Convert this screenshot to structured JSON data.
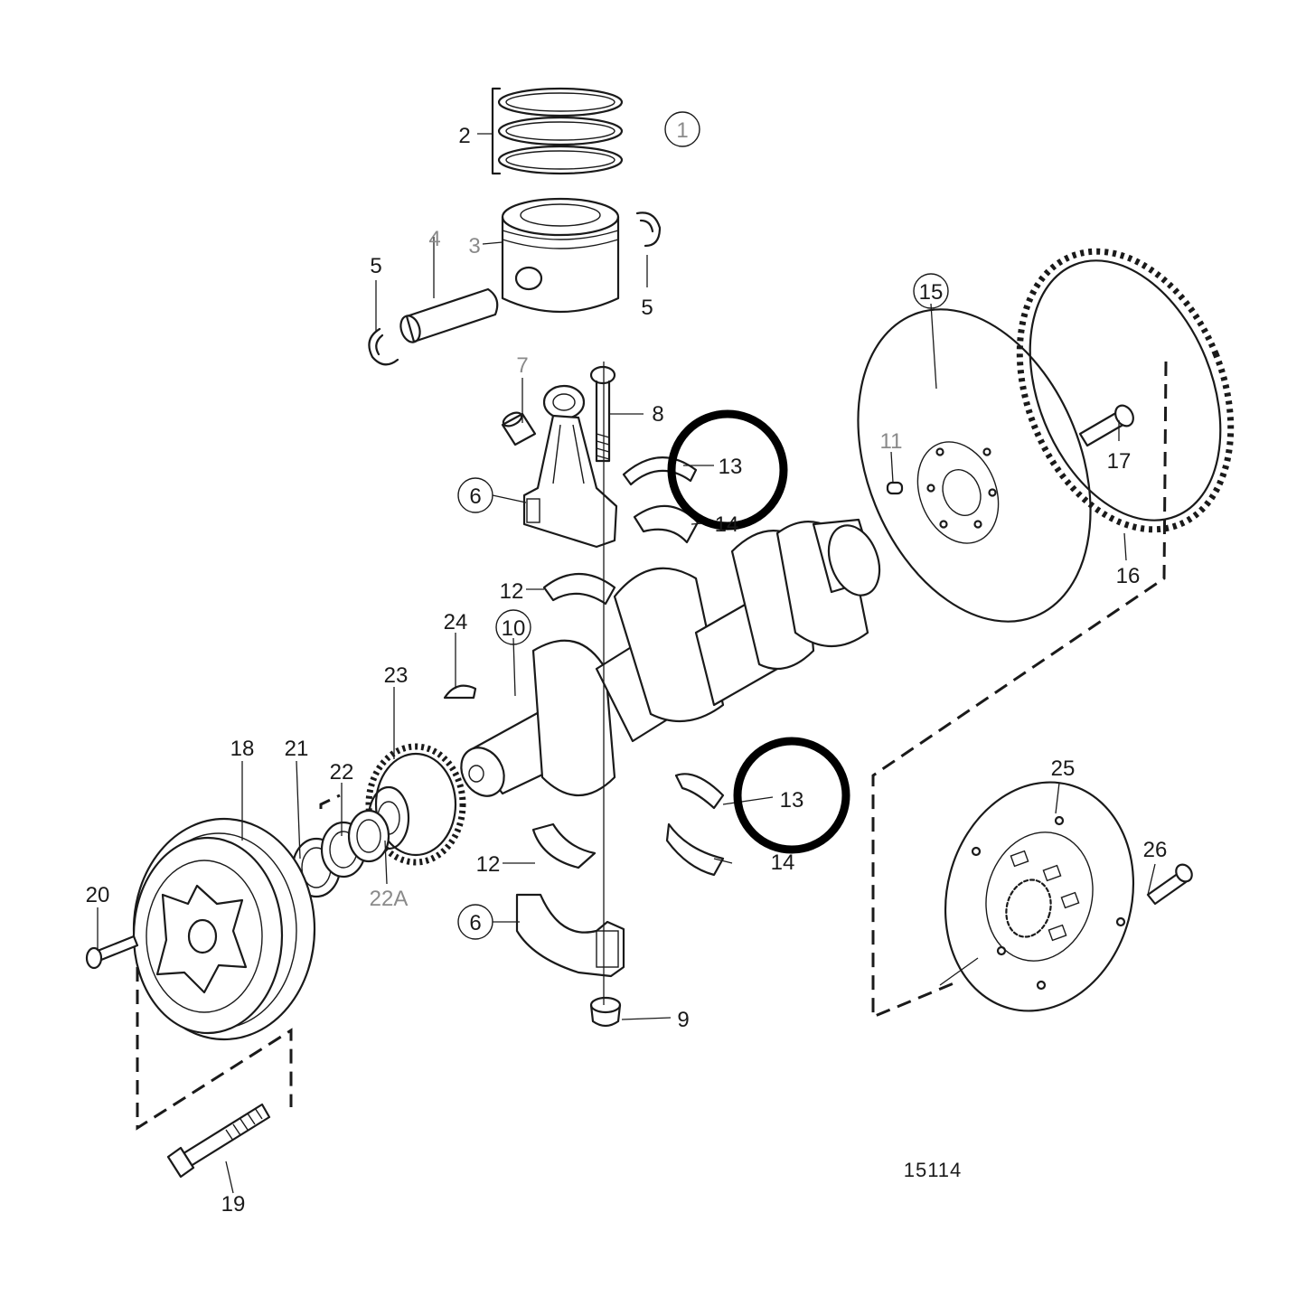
{
  "diagram": {
    "reference_number": "15114",
    "part_labels": [
      {
        "id": "1",
        "text": "1",
        "circled": true
      },
      {
        "id": "2",
        "text": "2",
        "circled": false
      },
      {
        "id": "3",
        "text": "3",
        "circled": false
      },
      {
        "id": "4",
        "text": "4",
        "circled": false
      },
      {
        "id": "5a",
        "text": "5",
        "circled": false
      },
      {
        "id": "5b",
        "text": "5",
        "circled": false
      },
      {
        "id": "6a",
        "text": "6",
        "circled": true
      },
      {
        "id": "6b",
        "text": "6",
        "circled": true
      },
      {
        "id": "7",
        "text": "7",
        "circled": false
      },
      {
        "id": "8",
        "text": "8",
        "circled": false
      },
      {
        "id": "9",
        "text": "9",
        "circled": false
      },
      {
        "id": "10",
        "text": "10",
        "circled": true
      },
      {
        "id": "11",
        "text": "11",
        "circled": false
      },
      {
        "id": "12a",
        "text": "12",
        "circled": false
      },
      {
        "id": "12b",
        "text": "12",
        "circled": false
      },
      {
        "id": "13a",
        "text": "13",
        "circled": false,
        "highlighted": true
      },
      {
        "id": "13b",
        "text": "13",
        "circled": false,
        "highlighted": true
      },
      {
        "id": "14a",
        "text": "14",
        "circled": false
      },
      {
        "id": "14b",
        "text": "14",
        "circled": false
      },
      {
        "id": "15",
        "text": "15",
        "circled": true
      },
      {
        "id": "16",
        "text": "16",
        "circled": false
      },
      {
        "id": "17",
        "text": "17",
        "circled": false
      },
      {
        "id": "18",
        "text": "18",
        "circled": false
      },
      {
        "id": "19",
        "text": "19",
        "circled": false
      },
      {
        "id": "20",
        "text": "20",
        "circled": false
      },
      {
        "id": "21",
        "text": "21",
        "circled": false
      },
      {
        "id": "22",
        "text": "22",
        "circled": false
      },
      {
        "id": "22A",
        "text": "22A",
        "circled": false
      },
      {
        "id": "23",
        "text": "23",
        "circled": false
      },
      {
        "id": "24",
        "text": "24",
        "circled": false
      },
      {
        "id": "25",
        "text": "25",
        "circled": false
      },
      {
        "id": "26",
        "text": "26",
        "circled": false
      }
    ]
  }
}
